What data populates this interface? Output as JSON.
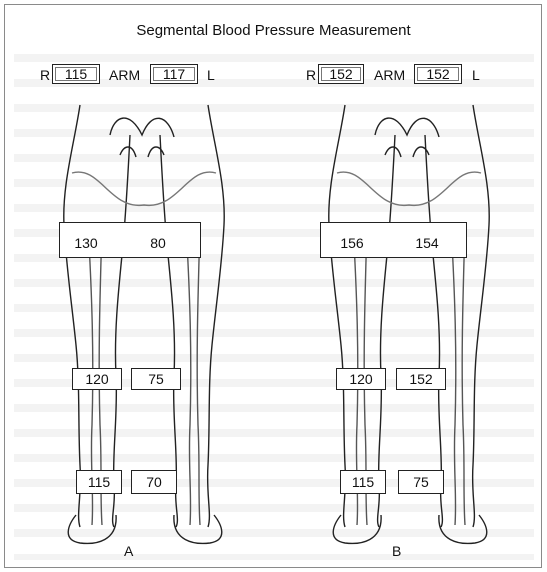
{
  "title": "Segmental Blood Pressure Measurement",
  "labels": {
    "right": "R",
    "arm": "ARM",
    "left": "L"
  },
  "diagrams": [
    {
      "tag": "A",
      "arm": {
        "right": "115",
        "left": "117"
      },
      "thigh": {
        "right": "130",
        "left": "80"
      },
      "calf": {
        "right": "120",
        "left": "75"
      },
      "ankle": {
        "right": "115",
        "left": "70"
      }
    },
    {
      "tag": "B",
      "arm": {
        "right": "152",
        "left": "152"
      },
      "thigh": {
        "right": "156",
        "left": "154"
      },
      "calf": {
        "right": "120",
        "left": "152"
      },
      "ankle": {
        "right": "115",
        "left": "75"
      }
    }
  ]
}
